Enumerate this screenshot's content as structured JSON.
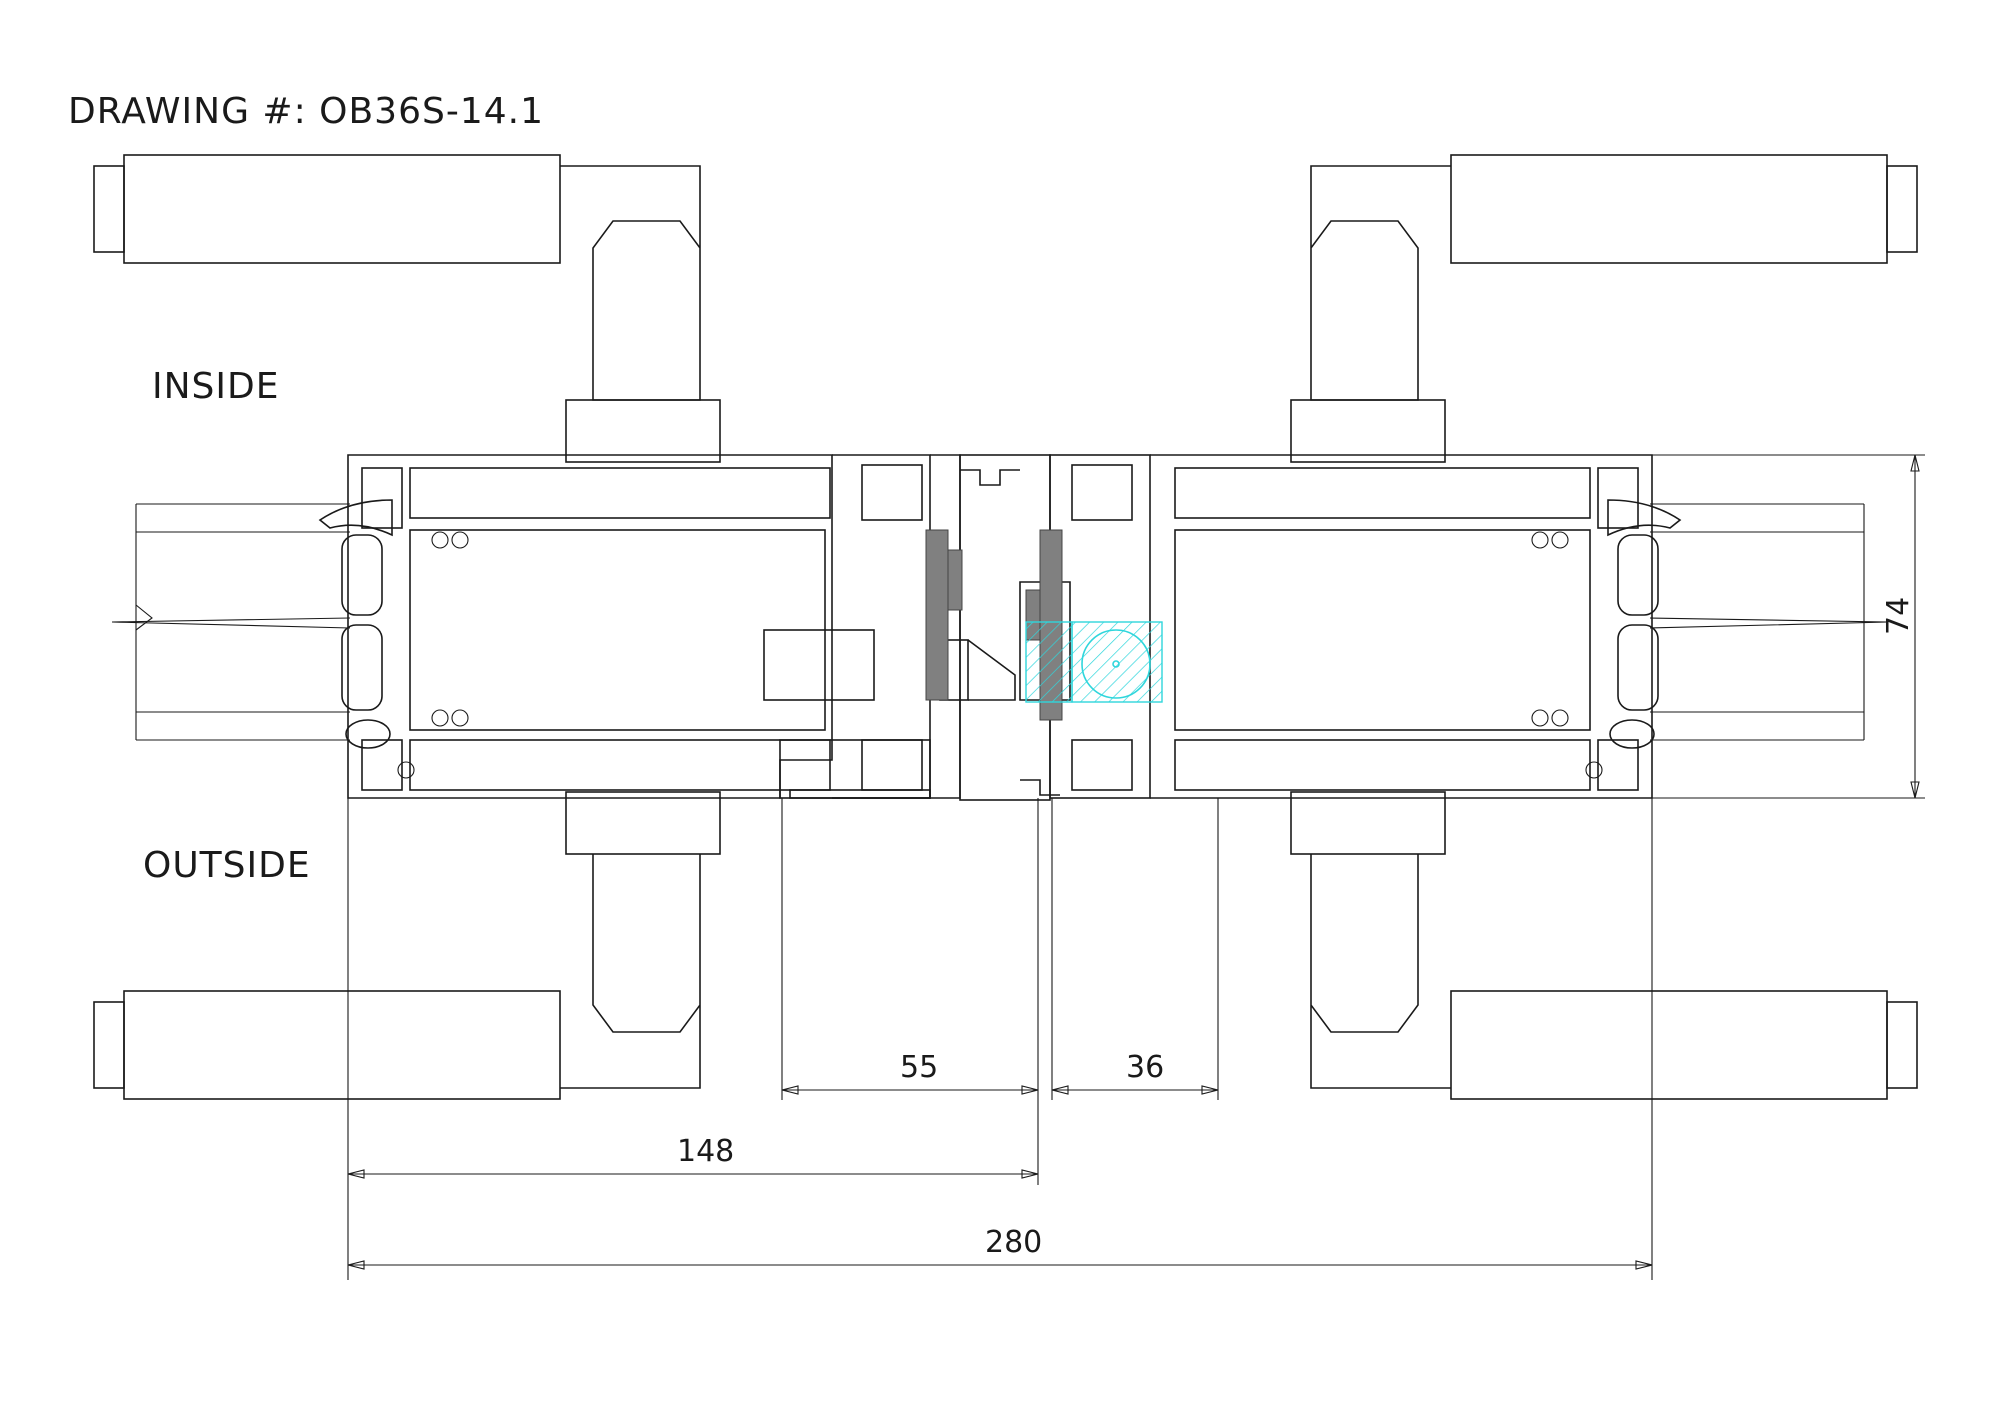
{
  "drawing": {
    "title": "DRAWING #: OB36S-14.1",
    "labels": {
      "inside": "INSIDE",
      "outside": "OUTSIDE"
    },
    "dimensions": {
      "d55": "55",
      "d36": "36",
      "d148": "148",
      "d280": "280",
      "d74": "74"
    },
    "colors": {
      "line": "#1a1a1a",
      "gasket": "#808080",
      "hardware": "#2fd6dc"
    }
  }
}
